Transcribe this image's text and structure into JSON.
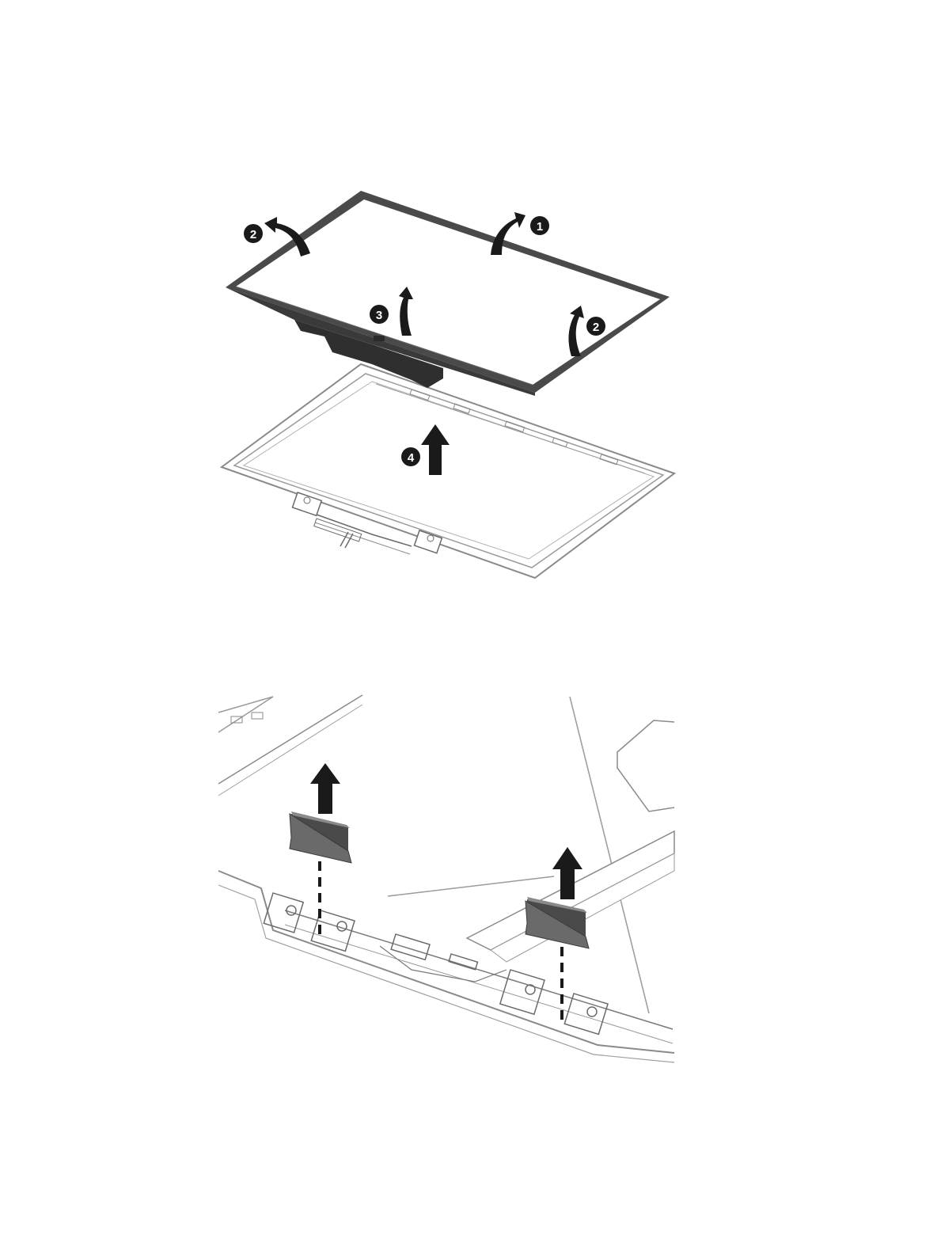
{
  "figure_top": {
    "callouts": [
      {
        "id": "c1",
        "text": "1"
      },
      {
        "id": "c2a",
        "text": "2"
      },
      {
        "id": "c2b",
        "text": "2"
      },
      {
        "id": "c3",
        "text": "3"
      },
      {
        "id": "c4",
        "text": "4"
      }
    ]
  },
  "colors": {
    "bezel": "#4a4a4a",
    "bezel_dark": "#2f2f2f",
    "line": "#8a8a8a",
    "arrow": "#1a1a1a",
    "cover": "#555555"
  }
}
